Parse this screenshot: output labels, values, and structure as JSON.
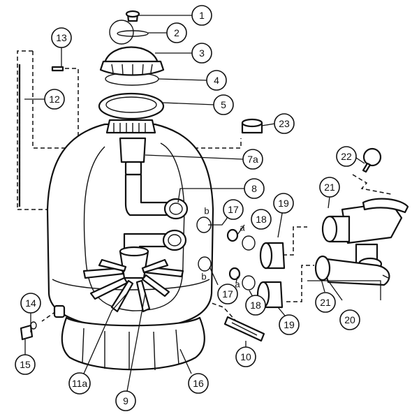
{
  "callouts": {
    "c1": "1",
    "c2": "2",
    "c3": "3",
    "c4": "4",
    "c5": "5",
    "c7a": "7a",
    "c8": "8",
    "c9": "9",
    "c10": "10",
    "c11a": "11a",
    "c12": "12",
    "c13": "13",
    "c14": "14",
    "c15": "15",
    "c16": "16",
    "c17_upper": "17",
    "c17_lower": "17",
    "c18_upper": "18",
    "c18_lower": "18",
    "c19_upper": "19",
    "c19_lower": "19",
    "c20": "20",
    "c21_upper": "21",
    "c21_lower": "21",
    "c22": "22",
    "c23": "23"
  },
  "letters": {
    "b_upper": "b",
    "a_upper": "a",
    "b_lower": "b",
    "a_lower": "a"
  }
}
